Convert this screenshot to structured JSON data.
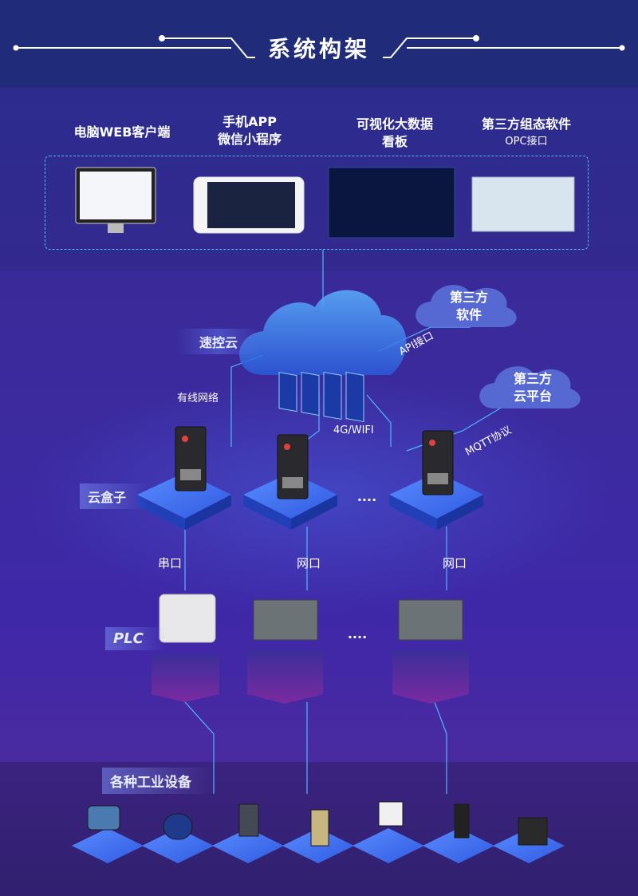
{
  "title": "系统构架",
  "clients": [
    {
      "line1": "电脑WEB客户端",
      "line2": ""
    },
    {
      "line1": "手机APP",
      "line2": "微信小程序"
    },
    {
      "line1": "可视化大数据",
      "line2": "看板"
    },
    {
      "line1": "第三方组态软件",
      "line2": "OPC接口"
    }
  ],
  "cloud_label": "速控云",
  "third_software": {
    "line1": "第三方",
    "line2": "软件"
  },
  "third_platform": {
    "line1": "第三方",
    "line2": "云平台"
  },
  "links": {
    "api": "API接口",
    "mqtt": "MQTT协议",
    "wired": "有线网络",
    "wireless": "4G/WIFI",
    "serial": "串口",
    "net1": "网口",
    "net2": "网口"
  },
  "box_label": "云盒子",
  "plc_label": "PLC",
  "ellipsis": "....",
  "devices_label": "各种工业设备",
  "colors": {
    "accent": "#4fb8ff",
    "tile_top": "#3f6ff0",
    "tile_side": "#2a4fd0",
    "plc_side": "#7a2a9a"
  }
}
